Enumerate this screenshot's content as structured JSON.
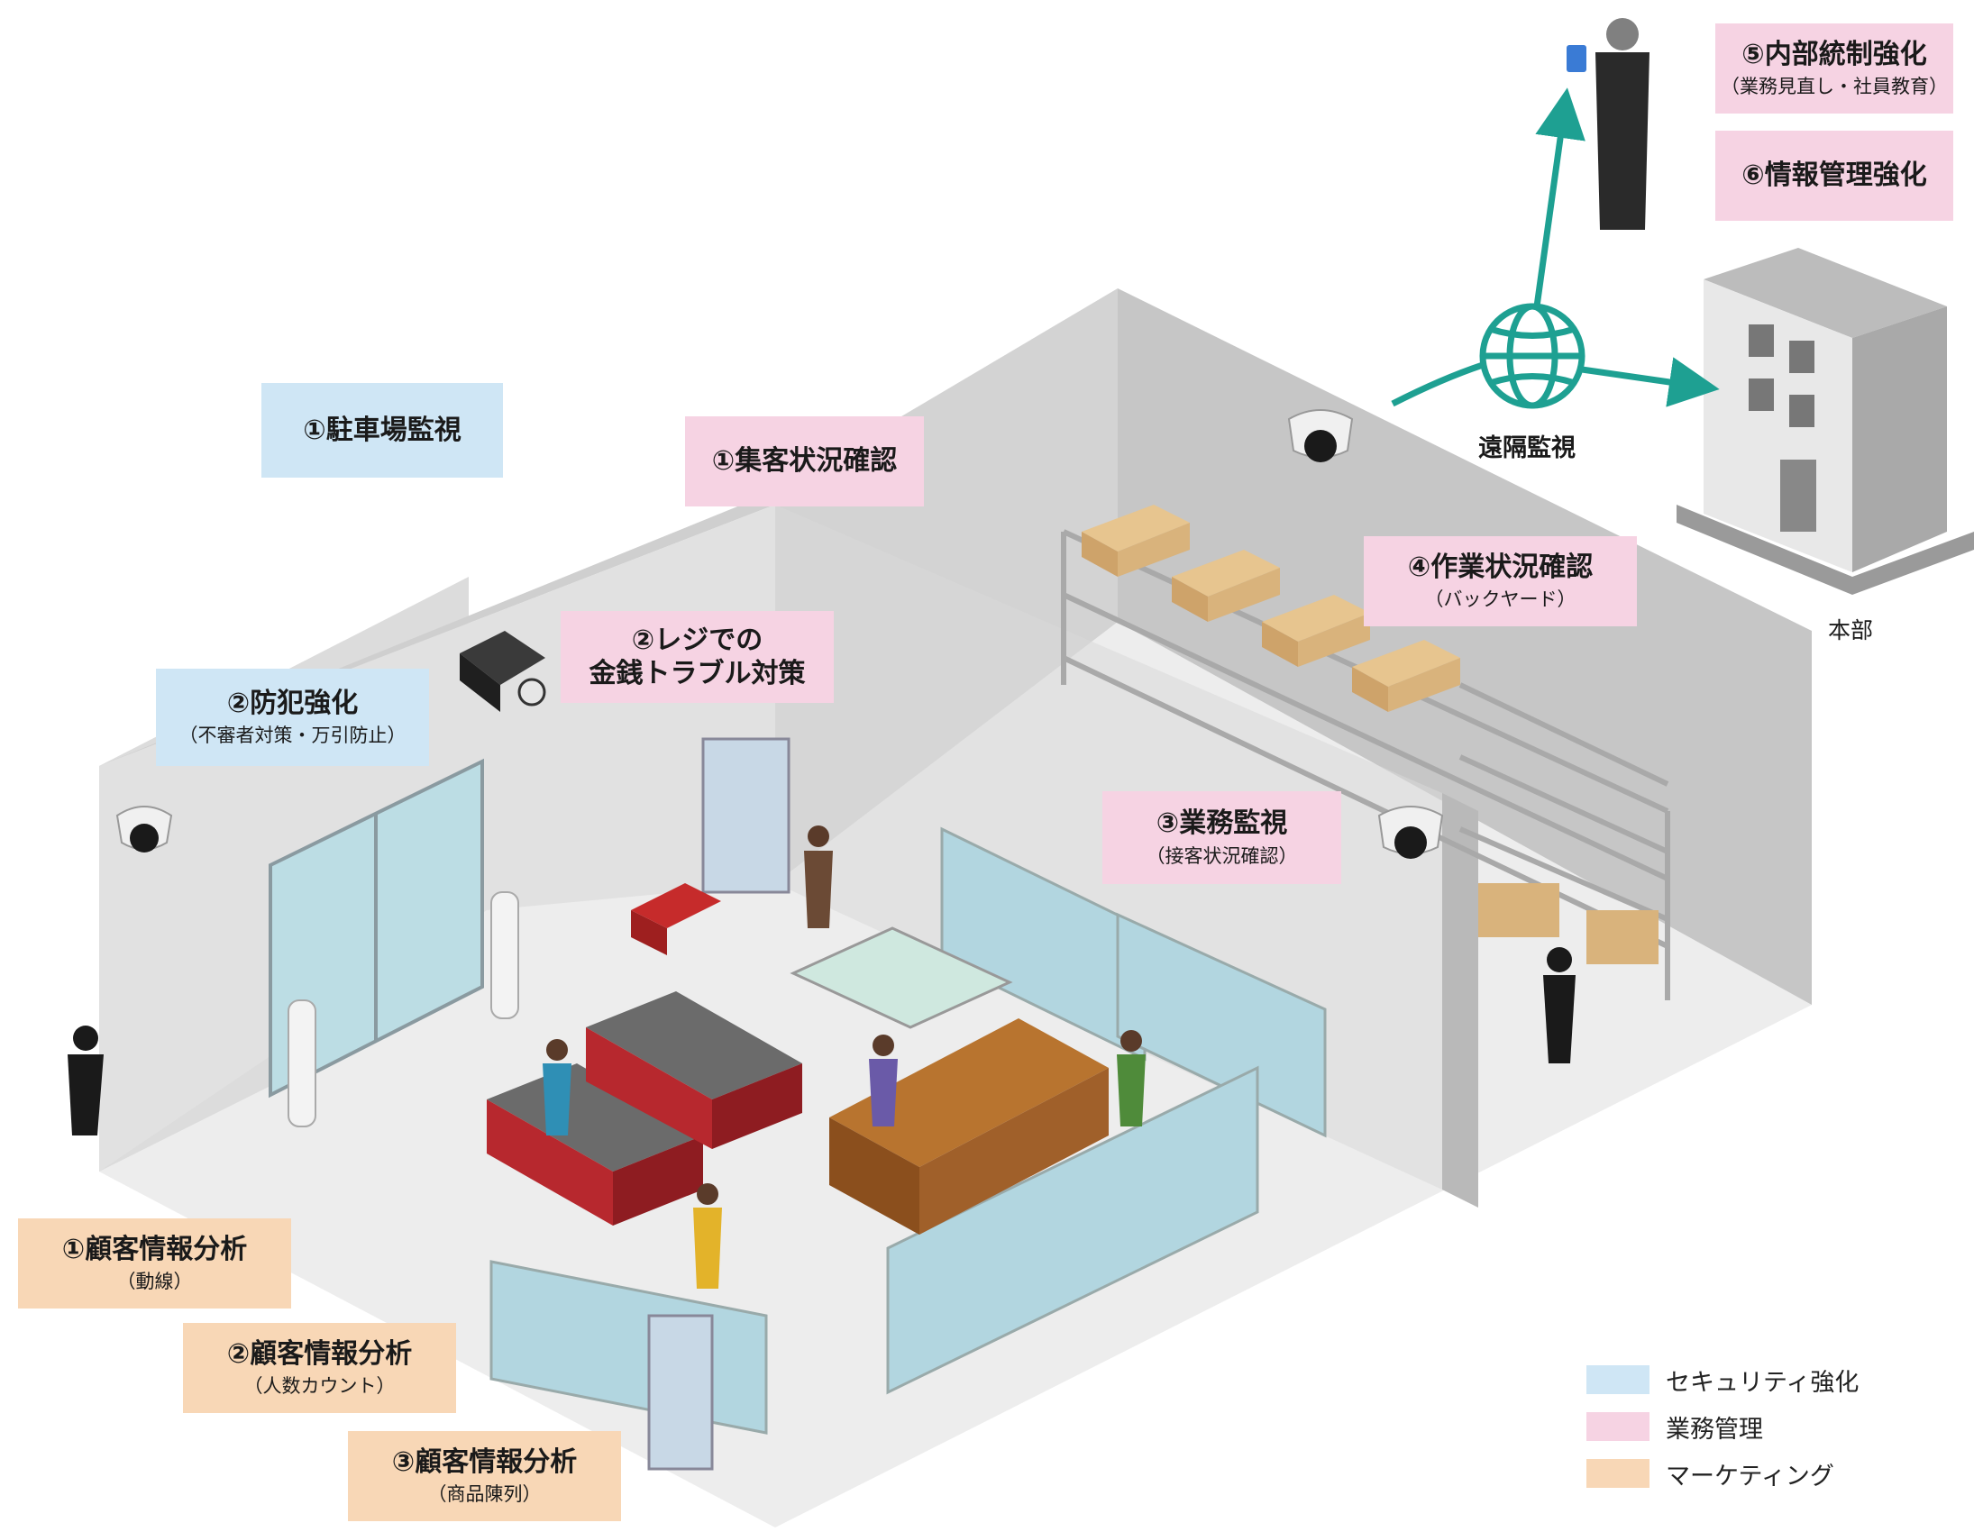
{
  "colors": {
    "security": "#cfe6f5",
    "operations": "#f6d3e3",
    "marketing": "#f8d7b6",
    "network": "#1ea092"
  },
  "labels": {
    "parking": {
      "main": "①駐車場監視",
      "sub": ""
    },
    "visitor": {
      "main": "①集客状況確認",
      "sub": ""
    },
    "register": {
      "main": "②レジでの",
      "sub": "金銭トラブル対策"
    },
    "crime": {
      "main": "②防犯強化",
      "sub": "（不審者対策・万引防止）"
    },
    "work": {
      "main": "④作業状況確認",
      "sub": "（バックヤード）"
    },
    "service": {
      "main": "③業務監視",
      "sub": "（接客状況確認）"
    },
    "internal": {
      "main": "⑤内部統制強化",
      "sub": "（業務見直し・社員教育）"
    },
    "info": {
      "main": "⑥情報管理強化",
      "sub": ""
    },
    "customer1": {
      "main": "①顧客情報分析",
      "sub": "（動線）"
    },
    "customer2": {
      "main": "②顧客情報分析",
      "sub": "（人数カウント）"
    },
    "customer3": {
      "main": "③顧客情報分析",
      "sub": "（商品陳列）"
    }
  },
  "captions": {
    "remote": "遠隔監視",
    "hq": "本部"
  },
  "legend": [
    {
      "label": "セキュリティ強化",
      "color": "#cfe6f5"
    },
    {
      "label": "業務管理",
      "color": "#f6d3e3"
    },
    {
      "label": "マーケティング",
      "color": "#f8d7b6"
    }
  ]
}
